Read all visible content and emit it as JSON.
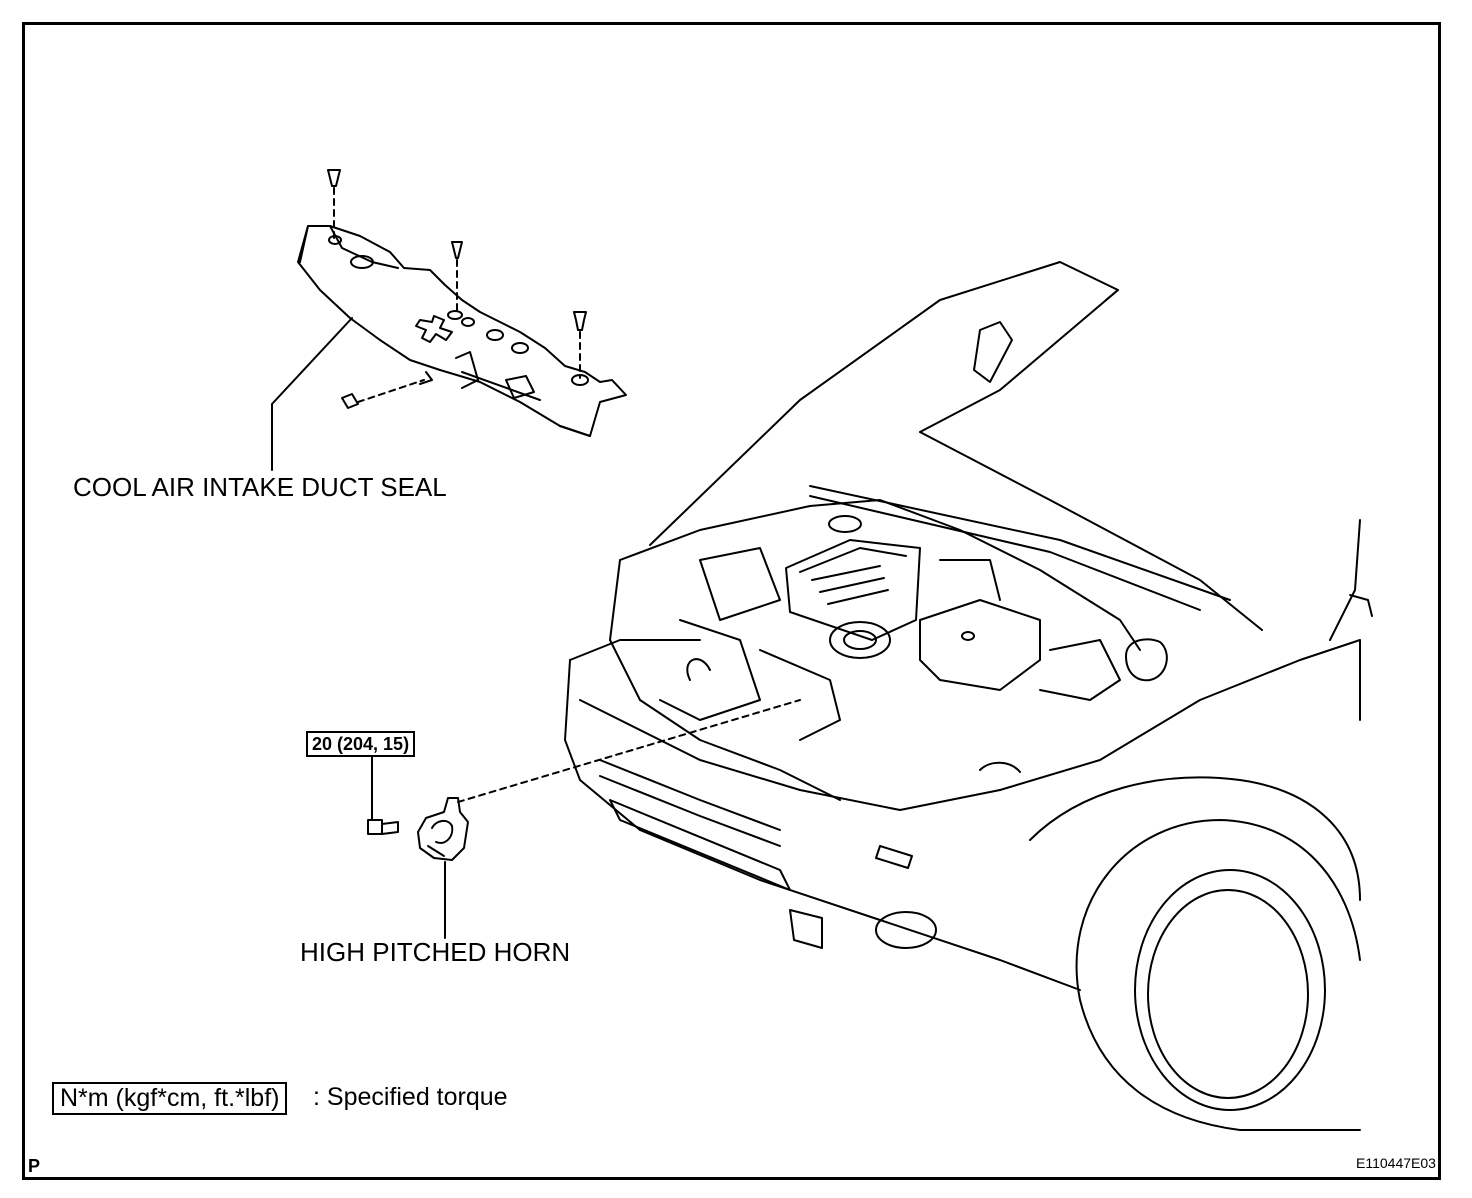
{
  "labels": {
    "cool_air_intake_duct_seal": "COOL AIR INTAKE DUCT SEAL",
    "high_pitched_horn": "HIGH PITCHED HORN",
    "bolt_torque": "20 (204, 15)",
    "legend_units": "N*m (kgf*cm, ft.*lbf)",
    "legend_description": ": Specified torque",
    "corner_mark": "P",
    "figure_code": "E110447E03"
  },
  "colors": {
    "ink": "#000000",
    "paper": "#ffffff"
  }
}
